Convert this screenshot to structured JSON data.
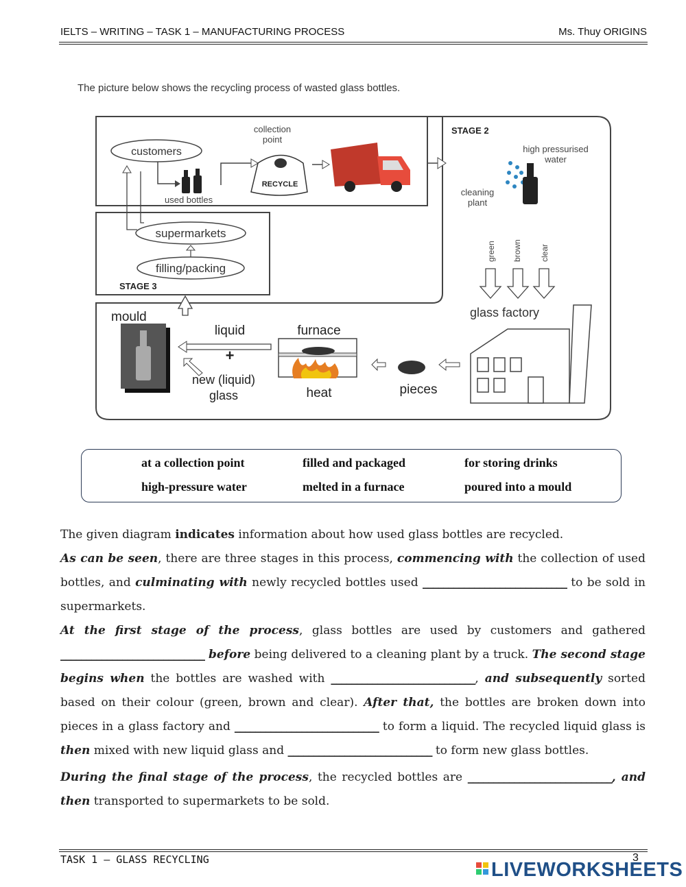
{
  "header": {
    "left": "IELTS – WRITING – TASK 1 – MANUFACTURING PROCESS",
    "right": "Ms. Thuy ORIGINS"
  },
  "intro": "The picture below shows the recycling process of wasted glass bottles.",
  "diagram": {
    "customers": "customers",
    "used_bottles": "used bottles",
    "collection_1": "collection",
    "collection_2": "point",
    "recycle": "RECYCLE",
    "stage2": "STAGE 2",
    "water_1": "high pressurised",
    "water_2": "water",
    "cleaning_1": "cleaning",
    "cleaning_2": "plant",
    "green": "green",
    "brown": "brown",
    "clear": "clear",
    "glass_factory": "glass factory",
    "supermarkets": "supermarkets",
    "filling": "filling/packing",
    "stage3": "STAGE 3",
    "mould": "mould",
    "liquid": "liquid",
    "plus": "+",
    "new_liquid_1": "new (liquid)",
    "new_liquid_2": "glass",
    "furnace": "furnace",
    "heat": "heat",
    "pieces": "pieces"
  },
  "word_box": {
    "r1c1": "at a collection point",
    "r1c2": "filled and packaged",
    "r1c3": "for storing drinks",
    "r2c1": "high-pressure water",
    "r2c2": "melted in a furnace",
    "r2c3": "poured into a mould"
  },
  "text": {
    "p1a": "The given diagram ",
    "p1b": "indicates",
    "p1c": " information about how used glass bottles are recycled.",
    "p2a": "As can be seen",
    "p2b": ", there are three stages in this process, ",
    "p2c": "commencing with",
    "p2d": " the collection of used bottles, and ",
    "p2e": "culminating with",
    "p2f": " newly recycled bottles used ",
    "p2g": " to be sold in supermarkets.",
    "p3a": "At the first stage of the process",
    "p3b": ", glass bottles are used by customers and gathered ",
    "p3c": " before",
    "p3d": " being delivered to a cleaning plant by a truck. ",
    "p3e": "The second stage begins when",
    "p3f": " the bottles are washed with ",
    "p3g": ", ",
    "p3h": "and subsequently",
    "p3i": " sorted based on their colour (green, brown and clear). ",
    "p3j": "After that,",
    "p3k": " the bottles are broken down into pieces in a glass factory and ",
    "p3l": " to form a liquid. The recycled liquid glass is ",
    "p3m": "then",
    "p3n": " mixed with new liquid glass and ",
    "p3o": " to form new glass bottles.",
    "p4a": "During the final stage of the process",
    "p4b": ", the recycled bottles are ",
    "p4c": ", and then",
    "p4d": " transported to supermarkets to be sold.",
    "blank": "____________________________"
  },
  "footer": {
    "left": "TASK 1 – GLASS RECYCLING",
    "page": "3",
    "logo": "LIVEWORKSHEETS"
  }
}
